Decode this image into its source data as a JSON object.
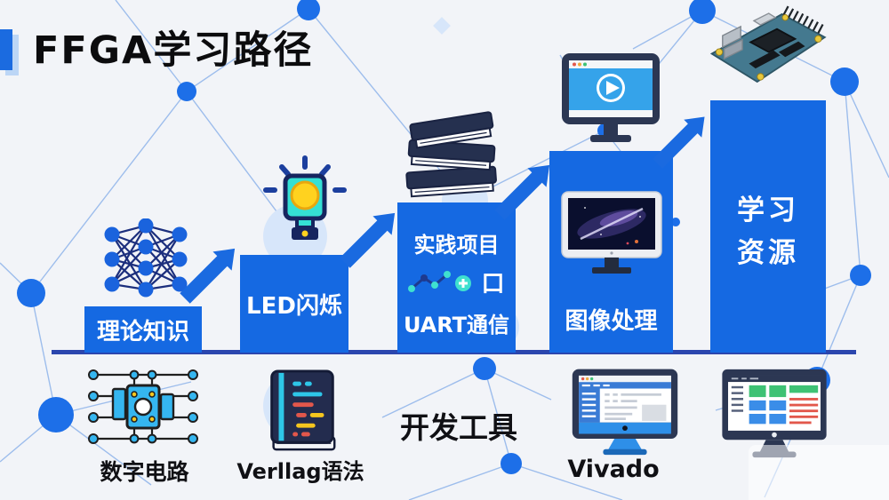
{
  "title": "FFGA学习路径",
  "steps": {
    "s1": {
      "label": "理论知识"
    },
    "s2": {
      "label": "LED闪烁"
    },
    "s3": {
      "line1": "实践项目",
      "icon_suffix": "口",
      "line2": "UART通信"
    },
    "s4": {
      "label": "图像处理"
    },
    "s5": {
      "line1": "学习",
      "line2": "资源"
    }
  },
  "bottom": {
    "digital_circuit": "数字电路",
    "verilog_syntax": "Verllag语法",
    "dev_tools": "开发工具",
    "vivado": "Vivado"
  },
  "icons": {
    "neural_network": "neural-network-icon",
    "led_lamp": "led-lamp-icon",
    "books_stack": "books-stack-icon",
    "video_player_monitor": "video-player-monitor-icon",
    "fpga_board": "fpga-dev-board-icon",
    "galaxy_monitor": "image-processing-monitor-icon",
    "chart_plus": "line-chart-plus-icon",
    "circuit_chip": "digital-circuit-chip-icon",
    "code_book": "code-book-icon",
    "vivado_monitor": "vivado-ide-monitor-icon",
    "dashboard_monitor": "dashboard-monitor-icon"
  },
  "colors": {
    "bar_blue": "#1569e2",
    "accent_blue": "#1b6be0",
    "navy": "#16255f",
    "baseline_blue": "#2b46ae",
    "network_dot": "#1d6fe8",
    "network_line": "#8fb4ea",
    "background": "#f2f4f8"
  }
}
